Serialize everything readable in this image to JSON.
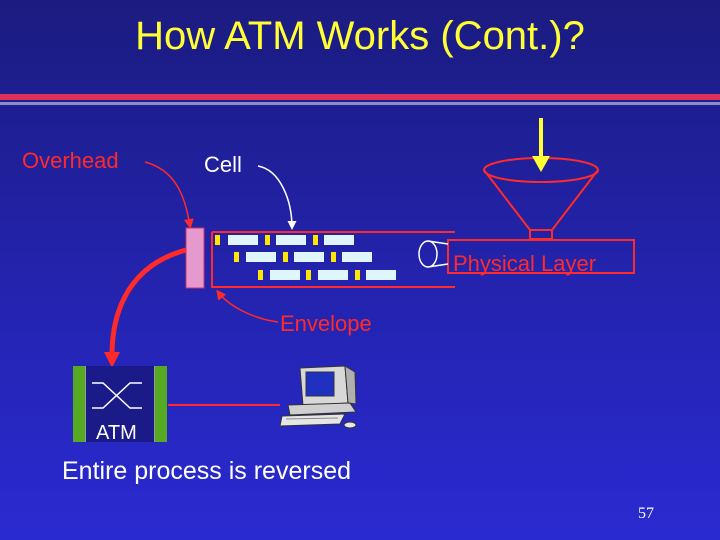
{
  "title": "How ATM Works (Cont.)?",
  "labels": {
    "overhead": "Overhead",
    "cell": "Cell",
    "physical_layer": "Physical Layer",
    "envelope": "Envelope",
    "atm": "ATM"
  },
  "caption": "Entire process is reversed",
  "page_number": "57",
  "colors": {
    "background": "#2222a8",
    "title": "#ffff33",
    "accent_red": "#ff2a2a",
    "rule_red": "#e0305a",
    "cell_yellow": "#ffe600",
    "cell_blue": "#dff6ff",
    "overhead_pink": "#e699cc",
    "atm_green": "#55aa22"
  }
}
